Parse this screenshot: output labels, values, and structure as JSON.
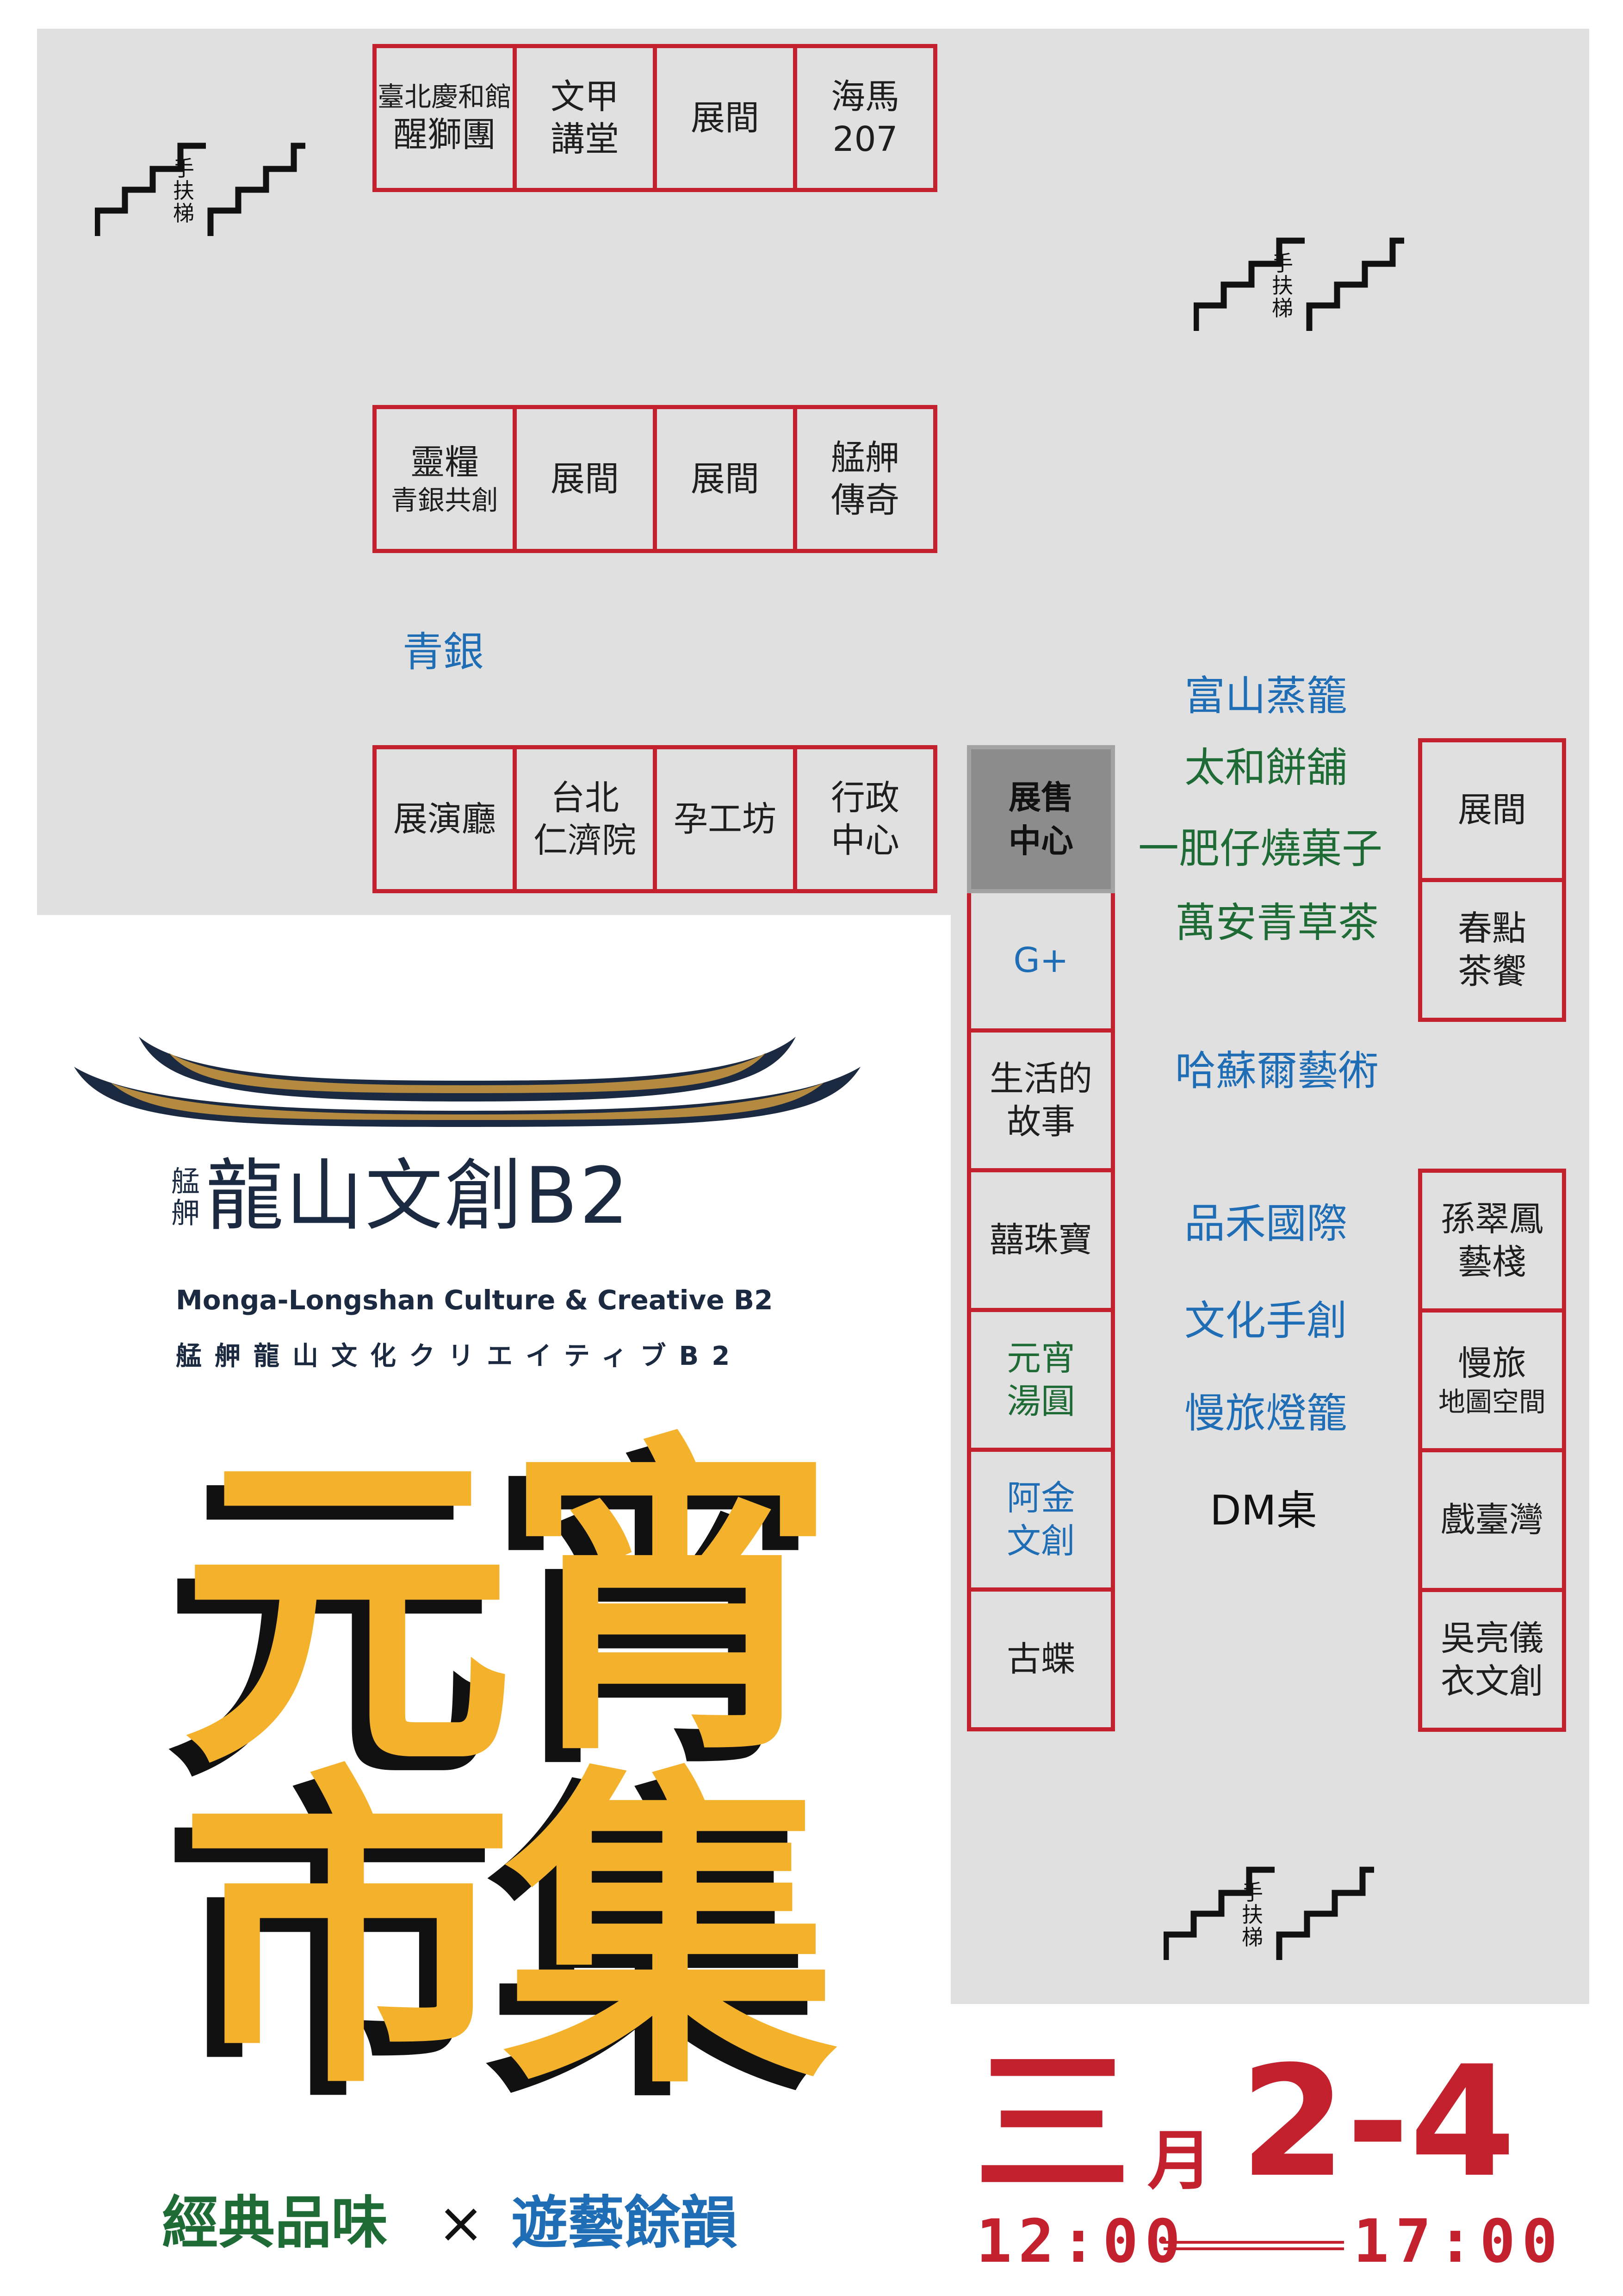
{
  "escalator": {
    "label": "手扶梯"
  },
  "booths": {
    "top_row": [
      {
        "lines": [
          "臺北慶和館",
          "醒獅團"
        ],
        "sizes": [
          "sub",
          "main"
        ],
        "color": "default"
      },
      {
        "lines": [
          "文甲",
          "講堂"
        ],
        "sizes": [
          "main",
          "main"
        ],
        "color": "default"
      },
      {
        "lines": [
          "展間"
        ],
        "sizes": [
          "main"
        ],
        "color": "default"
      },
      {
        "lines": [
          "海馬",
          "207"
        ],
        "sizes": [
          "main",
          "main"
        ],
        "color": "default"
      }
    ],
    "middle_row": [
      {
        "lines": [
          "靈糧",
          "青銀共創"
        ],
        "sizes": [
          "main",
          "sub"
        ],
        "color": "default"
      },
      {
        "lines": [
          "展間"
        ],
        "sizes": [
          "main"
        ],
        "color": "default"
      },
      {
        "lines": [
          "展間"
        ],
        "sizes": [
          "main"
        ],
        "color": "default"
      },
      {
        "lines": [
          "艋舺",
          "傳奇"
        ],
        "sizes": [
          "main",
          "main"
        ],
        "color": "default"
      }
    ],
    "bottom_row": [
      {
        "lines": [
          "展演廳"
        ],
        "sizes": [
          "main"
        ],
        "color": "default"
      },
      {
        "lines": [
          "台北",
          "仁濟院"
        ],
        "sizes": [
          "main",
          "main"
        ],
        "color": "default"
      },
      {
        "lines": [
          "孕工坊"
        ],
        "sizes": [
          "main"
        ],
        "color": "default"
      },
      {
        "lines": [
          "行政",
          "中心"
        ],
        "sizes": [
          "main",
          "main"
        ],
        "color": "default"
      }
    ],
    "center_column": [
      {
        "lines": [
          "G+"
        ],
        "sizes": [
          "main"
        ],
        "color": "blue"
      },
      {
        "lines": [
          "生活的",
          "故事"
        ],
        "sizes": [
          "main",
          "main"
        ],
        "color": "default"
      },
      {
        "lines": [
          "囍珠寶"
        ],
        "sizes": [
          "main"
        ],
        "color": "default"
      },
      {
        "lines": [
          "元宵",
          "湯圓"
        ],
        "sizes": [
          "main",
          "main"
        ],
        "color": "green"
      },
      {
        "lines": [
          "阿金",
          "文創"
        ],
        "sizes": [
          "main",
          "main"
        ],
        "color": "blue"
      },
      {
        "lines": [
          "古蝶"
        ],
        "sizes": [
          "main"
        ],
        "color": "default"
      }
    ],
    "right_upper": [
      {
        "lines": [
          "展間"
        ],
        "sizes": [
          "main"
        ],
        "color": "default"
      },
      {
        "lines": [
          "春點",
          "茶饗"
        ],
        "sizes": [
          "main",
          "main"
        ],
        "color": "default"
      }
    ],
    "right_lower": [
      {
        "lines": [
          "孫翠鳳",
          "藝棧"
        ],
        "sizes": [
          "main",
          "main"
        ],
        "color": "default"
      },
      {
        "lines": [
          "慢旅",
          "地圖空間"
        ],
        "sizes": [
          "main",
          "sub"
        ],
        "color": "default"
      },
      {
        "lines": [
          "戲臺灣"
        ],
        "sizes": [
          "main"
        ],
        "color": "default"
      },
      {
        "lines": [
          "吳亮儀",
          "衣文創"
        ],
        "sizes": [
          "main",
          "main"
        ],
        "color": "default"
      }
    ]
  },
  "sales_center": {
    "line1": "展售",
    "line2": "中心"
  },
  "open_labels": {
    "qingyin": "青銀",
    "fushan": "富山蒸籠",
    "taihe": "太和餅舖",
    "yifeizai": "一肥仔燒菓子",
    "wanan": "萬安青草茶",
    "hasuer": "哈蘇爾藝術",
    "pinhe": "品禾國際",
    "wenhua": "文化手創",
    "manlv": "慢旅燈籠",
    "dm": "DM桌"
  },
  "logo": {
    "small_top": "艋",
    "small_bottom": "舺",
    "chinese": "龍山文創B2",
    "english": "Monga-Longshan Culture & Creative B2",
    "japanese": "艋舺龍山文化クリエイティブB2"
  },
  "title": {
    "char1": "元",
    "char2": "宵",
    "char3": "市",
    "char4": "集"
  },
  "tagline": {
    "left": "經典品味",
    "separator": "×",
    "right": "遊藝餘韻"
  },
  "event_date": {
    "month_num": "三",
    "month_unit": "月",
    "days": "2-4",
    "start_time": "12:00",
    "end_time": "17:00"
  },
  "colors": {
    "booth_border": "#c4212f",
    "floor": "#e0e0e0",
    "blue": "#1f6db5",
    "green": "#1e6b35",
    "yellow": "#f3b12c",
    "navy": "#1b2a40",
    "red": "#c4212f"
  }
}
